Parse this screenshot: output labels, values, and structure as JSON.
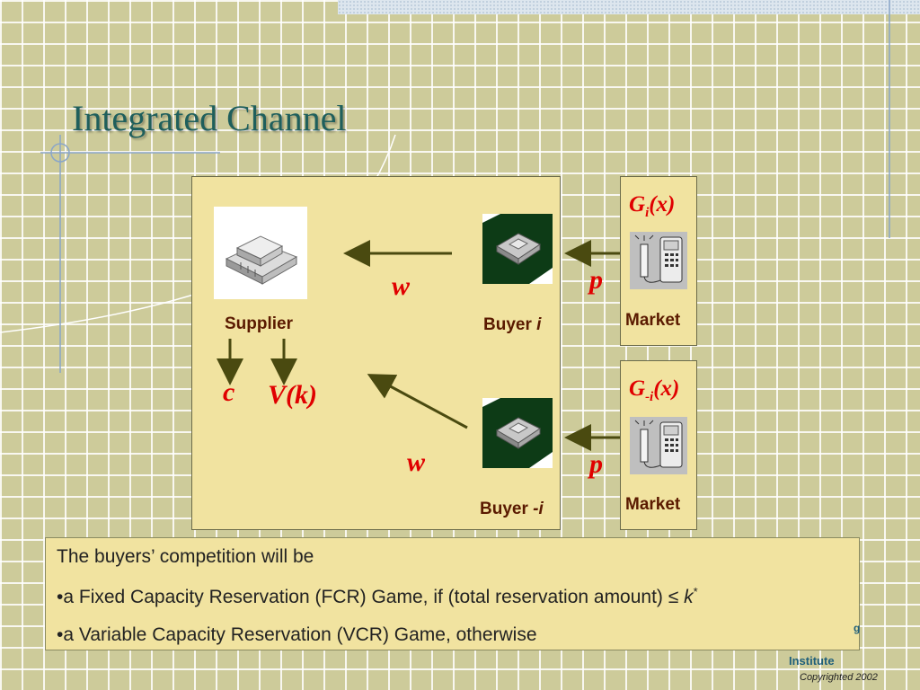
{
  "slide": {
    "title": "Integrated Channel",
    "diagram": {
      "supplier_label": "Supplier",
      "buyer_top_label": "Buyer",
      "buyer_top_index": "i",
      "buyer_bottom_label": "Buyer",
      "buyer_bottom_index": "-i",
      "market_top_label": "Market",
      "market_bottom_label": "Market",
      "gi_main": "G",
      "gi_sub": "i",
      "gi_arg": "(x)",
      "gmi_main": "G",
      "gmi_sub": "-i",
      "gmi_arg": "(x)",
      "w_top": "w",
      "w_bottom": "w",
      "p_top": "p",
      "p_bottom": "p",
      "c_label": "c",
      "vk_label": "V(k)"
    },
    "body": {
      "line1": "The buyers’ competition will be",
      "line2_prefix": "•a Fixed Capacity Reservation (FCR) Game, if (total reservation amount) ≤ ",
      "line2_k": "k",
      "line2_star": "*",
      "line3": "•a Variable Capacity Reservation (VCR) Game, otherwise"
    },
    "logo": {
      "fragment": "g",
      "institute": "Institute",
      "copyright": "Copyrighted 2002"
    },
    "colors": {
      "background": "#cdcb9a",
      "panel": "#f1e3a0",
      "title": "#1f5f5c",
      "math_red": "#e00000",
      "arrow": "#4a4a10"
    }
  }
}
